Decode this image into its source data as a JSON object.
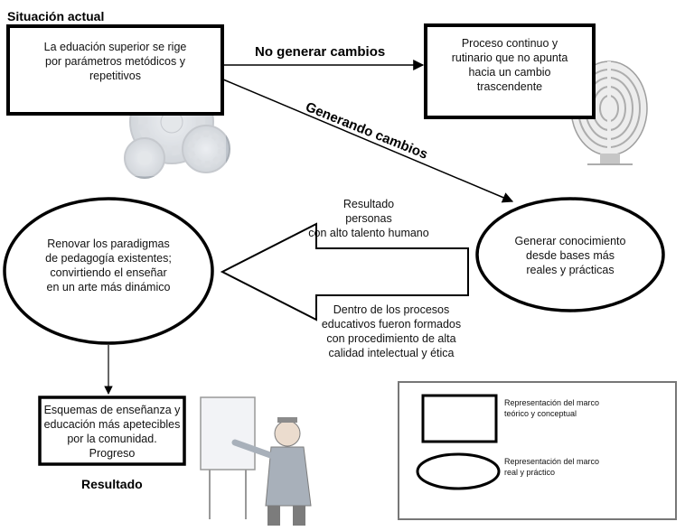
{
  "situacion_actual": "Situación actual",
  "box_current": "La eduación superior se rige\npor parámetros metódicos y\nrepetitivos",
  "label_no_cambios": "No generar cambios",
  "box_process": "Proceso continuo y\nrutinario que no apunta\nhacia un cambio\ntrascendente",
  "label_generando": "Generando cambios",
  "ellipse_knowledge": "Generar conocimiento\ndesde bases más\nreales y prácticas",
  "text_resultado_top": "Resultado\npersonas\ncon alto talento humano",
  "text_dentro": "Dentro de los procesos\neducativos fueron formados\ncon procedimiento de alta\ncalidad intelectual y ética",
  "ellipse_renovar": "Renovar los paradigmas\nde pedagogía existentes;\nconvirtiendo el enseñar\nen un arte más dinámico",
  "box_esquemas": "Esquemas de enseñanza y\neducación más apetecibles\npor la comunidad.\nProgreso",
  "label_resultado_bottom": "Resultado",
  "legend": {
    "rect_text": "Representación del marco\nteórico y conceptual",
    "ellipse_text": "Representación del marco\nreal y práctico"
  },
  "icons": [
    "gears-icon",
    "labyrinth-icon",
    "teacher-presenting-icon"
  ]
}
